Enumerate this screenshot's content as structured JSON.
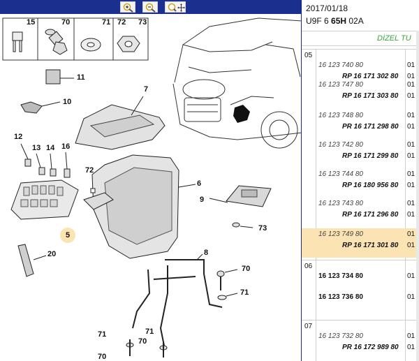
{
  "toolbar": {
    "zoom_in": "zoom-in-icon",
    "zoom_out": "zoom-out-icon",
    "zoom_move": "zoom-move-icon"
  },
  "drawing": {
    "callouts": [
      "15",
      "70",
      "71",
      "72",
      "73",
      "11",
      "7",
      "10",
      "12",
      "13",
      "14",
      "16",
      "72",
      "6",
      "9",
      "73",
      "5",
      "20",
      "8",
      "70",
      "71",
      "71",
      "71",
      "70",
      "70"
    ]
  },
  "header": {
    "date": "2017/01/18",
    "model_prefix": "U9F 6 ",
    "model_bold": "65H",
    "model_suffix": " 02A",
    "engine": "DİZEL TU"
  },
  "groups": [
    {
      "number": "05",
      "entries": [
        {
          "ref": "16 123 740 80",
          "rp": "RP 16 171 302 80",
          "q1": "01",
          "q2": "01"
        },
        {
          "ref": "16 123 747 80",
          "rp": "RP 16 171 303 80",
          "q1": "01",
          "q2": "01"
        },
        {
          "ref": "16 123 748 80",
          "rp": "PR 16 171 298 80",
          "q1": "01",
          "q2": "01"
        },
        {
          "ref": "16 123 742 80",
          "rp": "RP 16 171 299 80",
          "q1": "01",
          "q2": "01"
        },
        {
          "ref": "16 123 744 80",
          "rp": "RP 16 180 956 80",
          "q1": "01",
          "q2": "01"
        },
        {
          "ref": "16 123 743 80",
          "rp": "RP 16 171 296 80",
          "q1": "01",
          "q2": "01"
        },
        {
          "ref": "16 123 749 80",
          "rp": "RP 16 171 301 80",
          "q1": "01",
          "q2": "01",
          "selected": true
        }
      ]
    },
    {
      "number": "06",
      "entries": [
        {
          "ref": "16 123 734 80",
          "q1": "01"
        },
        {
          "ref": "16 123 736 80",
          "q1": "01"
        }
      ]
    },
    {
      "number": "07",
      "entries": [
        {
          "ref": "16 123 732 80",
          "rp": "PR 16 172 989 80",
          "q1": "01",
          "q2": "01"
        }
      ]
    }
  ],
  "colors": {
    "toolbar_bg": "#1b2f8f",
    "selected_row": "#fbe3b3",
    "engine_text": "#3aa53a",
    "highlight_callout": "#fbe3b3"
  }
}
